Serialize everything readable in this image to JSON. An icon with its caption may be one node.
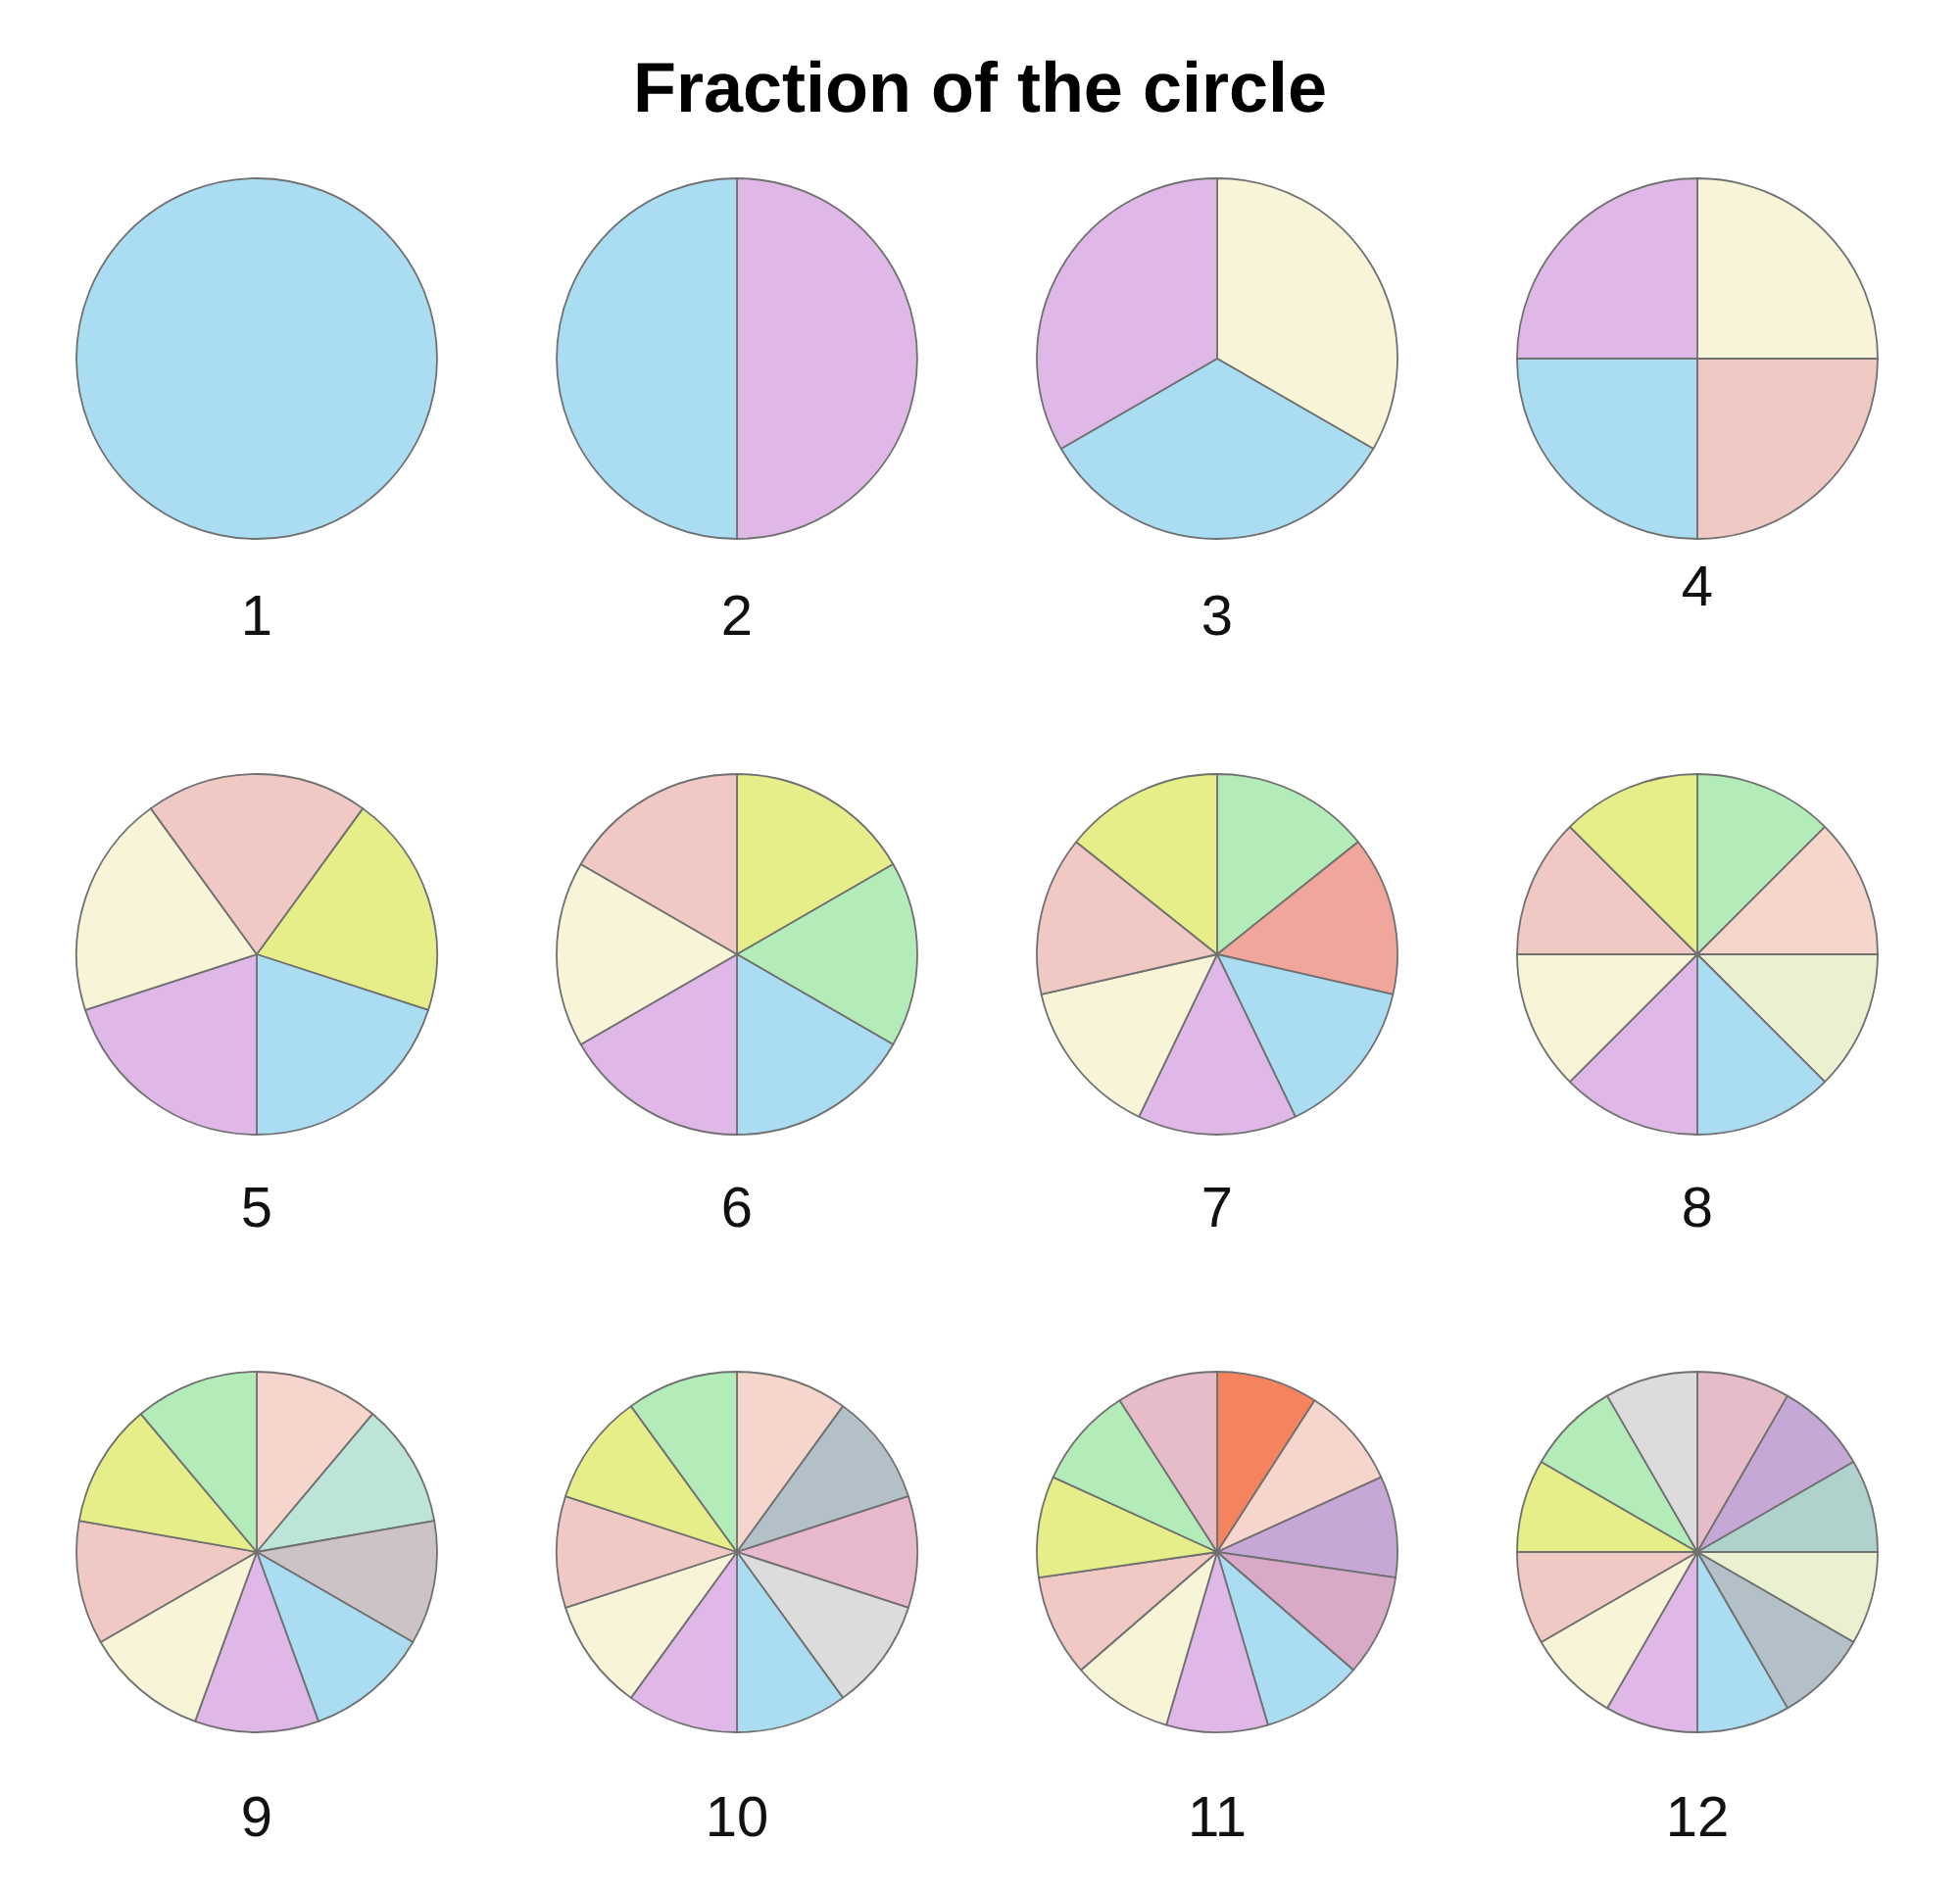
{
  "diagram": {
    "title": "Fraction of the circle",
    "nodes": [
      {
        "text": [],
        "shape": "circle",
        "beside": [
          "1"
        ]
      },
      {
        "text": [],
        "shape": "circle",
        "beside": [
          "2"
        ]
      },
      {
        "text": [],
        "shape": "circle",
        "beside": [
          "3"
        ]
      },
      {
        "text": [],
        "shape": "circle",
        "beside": [
          "4"
        ]
      },
      {
        "text": [],
        "shape": "circle",
        "beside": [
          "5"
        ]
      },
      {
        "text": [],
        "shape": "circle",
        "beside": [
          "6"
        ]
      },
      {
        "text": [],
        "shape": "circle",
        "beside": [
          "7"
        ]
      },
      {
        "text": [],
        "shape": "circle",
        "beside": [
          "8"
        ]
      },
      {
        "text": [],
        "shape": "circle",
        "beside": [
          "9"
        ]
      },
      {
        "text": [],
        "shape": "circle",
        "beside": [
          "10"
        ]
      },
      {
        "text": [],
        "shape": "circle",
        "beside": [
          "11"
        ]
      },
      {
        "text": [],
        "shape": "circle",
        "beside": [
          "12"
        ]
      }
    ]
  }
}
